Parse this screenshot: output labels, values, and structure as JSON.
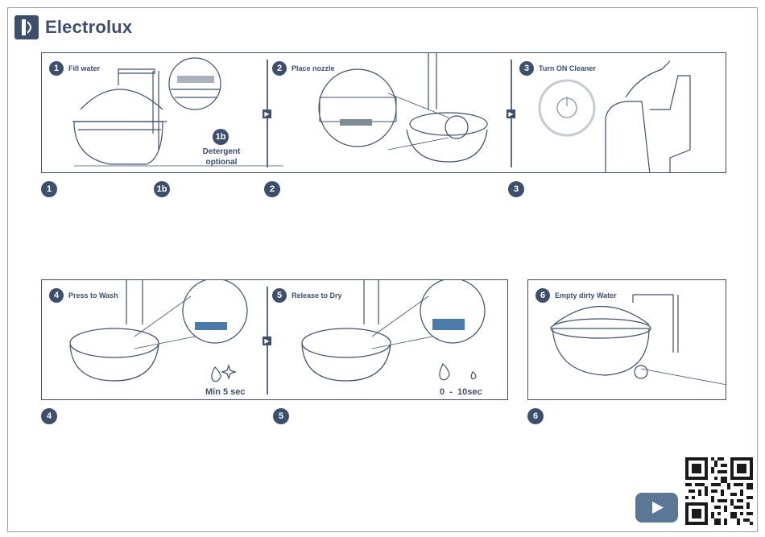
{
  "brand": {
    "name": "Electrolux"
  },
  "steps_top": [
    {
      "number": "1",
      "title": "Fill water"
    },
    {
      "number": "2",
      "title": "Place nozzle"
    },
    {
      "number": "3",
      "title": "Turn ON Cleaner"
    }
  ],
  "step_1b": {
    "number": "1b",
    "note_line1": "Detergent",
    "note_line2": "optional"
  },
  "steps_bottom": [
    {
      "number": "4",
      "title": "Press to Wash",
      "timing": "Min 5 sec"
    },
    {
      "number": "5",
      "title": "Release to Dry",
      "timing": "0  -  10sec"
    },
    {
      "number": "6",
      "title": "Empty dirty Water"
    }
  ],
  "below_badges_top": [
    "1",
    "1b",
    "2",
    "3"
  ],
  "below_badges_bottom": [
    "4",
    "5",
    "6"
  ],
  "colors": {
    "primary": "#3d4f6a",
    "video": "#5c7796",
    "highlight": "#4a7aa8"
  },
  "icons": [
    "electrolux-logo-icon",
    "play-icon",
    "qr-code-icon",
    "water-drop-icon",
    "sparkle-icon",
    "power-icon"
  ]
}
